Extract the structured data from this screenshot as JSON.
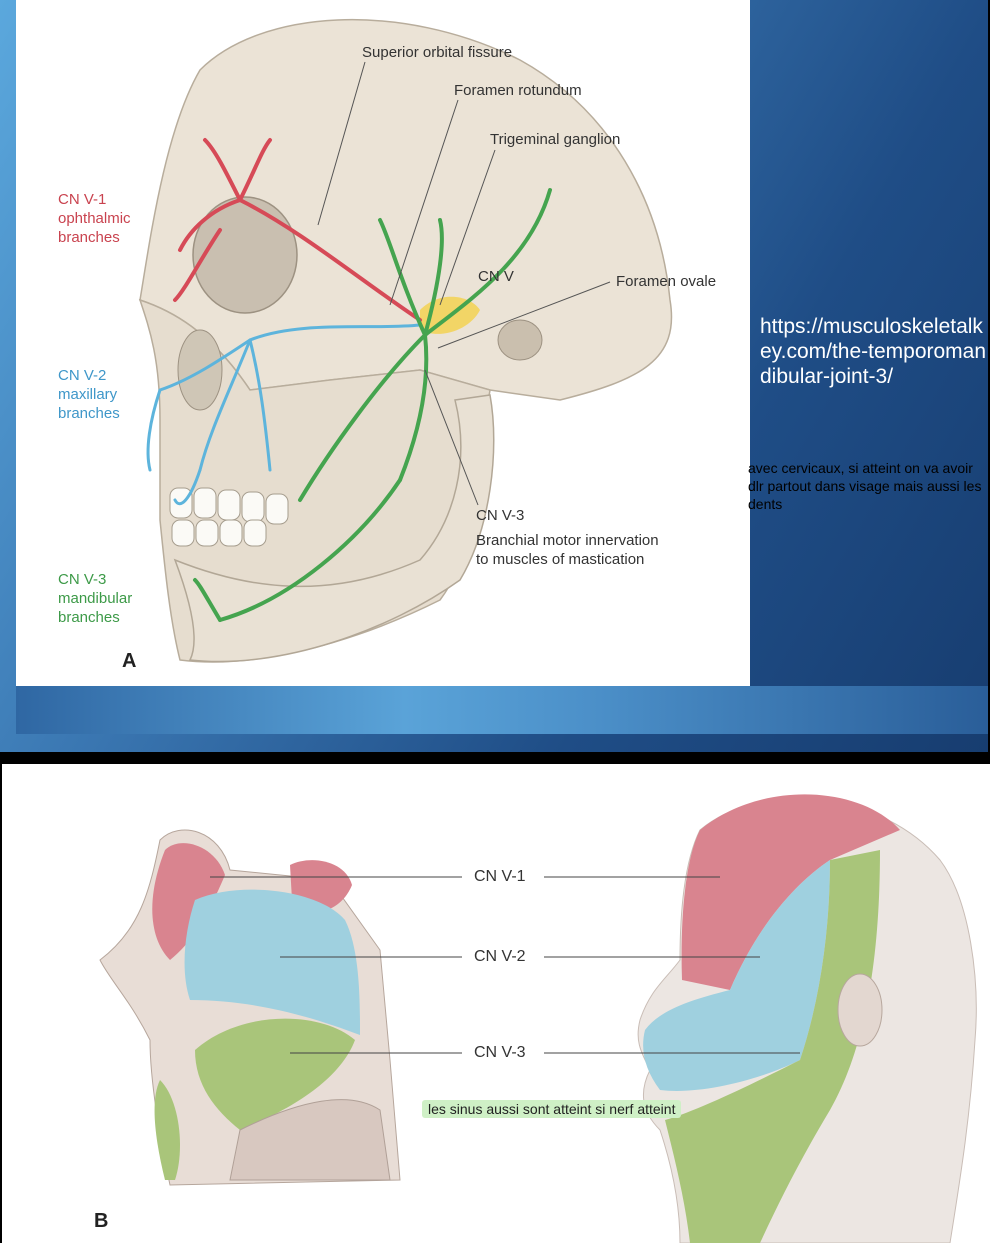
{
  "figure_a": {
    "labels": {
      "superior_orbital_fissure": "Superior orbital fissure",
      "foramen_rotundum": "Foramen rotundum",
      "trigeminal_ganglion": "Trigeminal ganglion",
      "cn_v": "CN V",
      "foramen_ovale": "Foramen ovale",
      "cn_v1_line1": "CN V-1",
      "cn_v1_line2": "ophthalmic",
      "cn_v1_line3": "branches",
      "cn_v2_line1": "CN V-2",
      "cn_v2_line2": "maxillary",
      "cn_v2_line3": "branches",
      "cn_v3_line1": "CN V-3",
      "cn_v3_line2": "mandibular",
      "cn_v3_line3": "branches",
      "cn_v3_center": "CN V-3",
      "branchial_line1": "Branchial motor innervation",
      "branchial_line2": "to muscles of mastication",
      "panel_letter": "A"
    },
    "colors": {
      "v1": "#d64a57",
      "v2": "#5db4dc",
      "v3": "#45a44f",
      "ganglion": "#f3d35a"
    }
  },
  "slide_notes": {
    "url": "https://musculoskeletalkey.com/the-temporomandibular-joint-3/",
    "note": "avec cervicaux, si atteint on va avoir dlr partout dans visage mais aussi les dents"
  },
  "figure_b": {
    "labels": {
      "cn_v1": "CN V-1",
      "cn_v2": "CN V-2",
      "cn_v3": "CN V-3",
      "panel_letter": "B"
    },
    "note": "les sinus aussi sont atteint si nerf atteint",
    "colors": {
      "v1": "#d9848f",
      "v2": "#9fd0df",
      "v3": "#a9c57a",
      "skin": "#ece6e2"
    }
  }
}
